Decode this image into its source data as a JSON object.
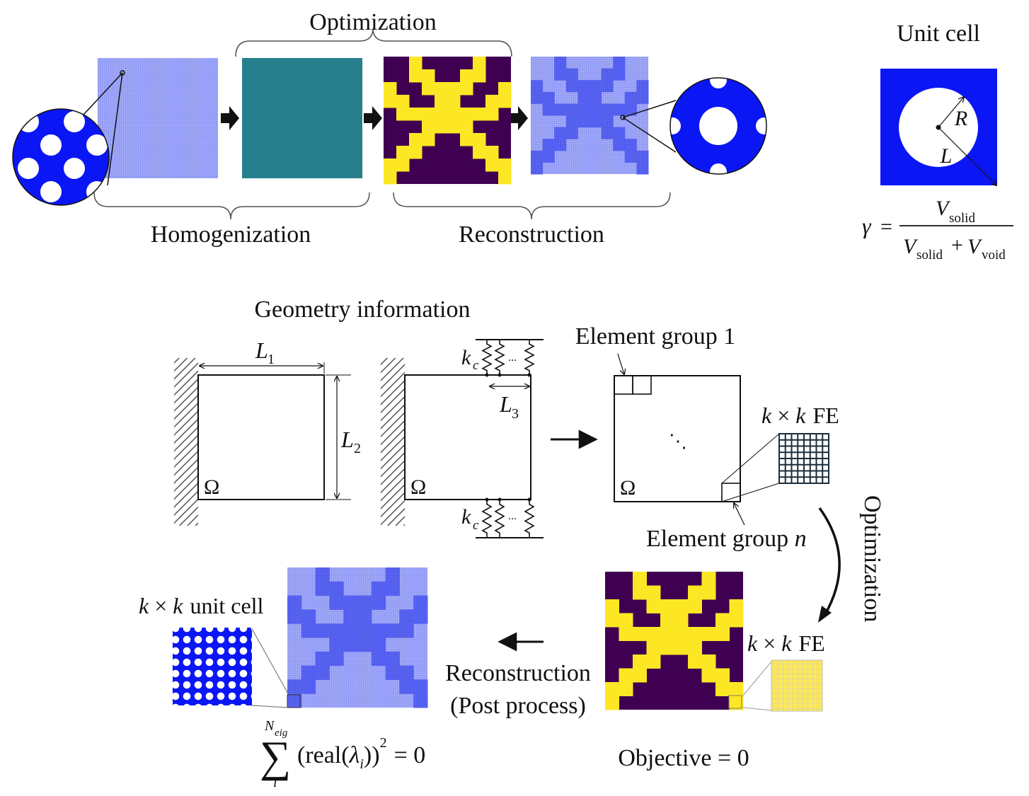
{
  "labels": {
    "optimization_top": "Optimization",
    "homogenization": "Homogenization",
    "reconstruction_top": "Reconstruction",
    "unit_cell": "Unit cell",
    "R": "R",
    "L": "L",
    "gamma": "γ",
    "eq": "=",
    "V": "V",
    "solid": "solid",
    "void": "void",
    "plus": "+",
    "geometry_info": "Geometry information",
    "L1_letter": "L",
    "L1_sub": "1",
    "L2_letter": "L",
    "L2_sub": "2",
    "L3_letter": "L",
    "L3_sub": "3",
    "omega": "Ω",
    "kc_k": "k",
    "kc_c": "c",
    "dots": "...",
    "ddots": "⋱",
    "element_group_1": "Element group 1",
    "element_group_n_text": "Element group ",
    "element_group_n_var": "n",
    "k": "k",
    "times": "×",
    "fe": "FE",
    "optimization_side": "Optimization",
    "unit_cell_bottom": "unit cell",
    "reconstruction_bottom": "Reconstruction",
    "post_process": "(Post process)",
    "objective": "Objective = 0",
    "sum_symbol": "∑",
    "N": "N",
    "eig": "eig",
    "i": "i",
    "real_open": "(real(",
    "lambda": "λ",
    "lambda_sub": "i",
    "real_close": "))",
    "squared": "2",
    "equals_zero": "= 0"
  },
  "colors": {
    "purple": "#3f0051",
    "yellow": "#fde725",
    "teal": "#277f8e",
    "blue": "#0b16f5",
    "light_blue": "#8f98f5",
    "mid_blue": "#5560ef",
    "line": "#222222"
  }
}
